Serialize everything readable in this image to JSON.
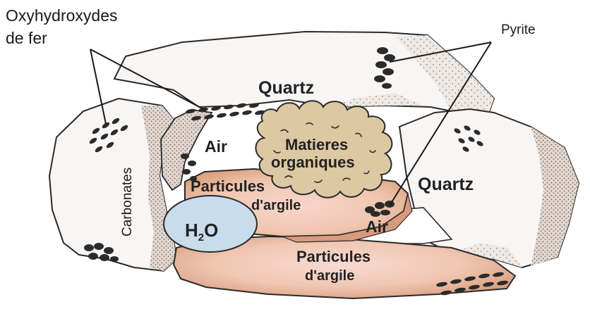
{
  "labels": {
    "oxy_line1": "Oxyhydroxydes",
    "oxy_line2": "de fer",
    "pyrite": "Pyrite",
    "quartz_top": "Quartz",
    "quartz_right": "Quartz",
    "carbonates": "Carbonates",
    "air_left": "Air",
    "air_bottom": "Air",
    "organic_line1": "Matieres",
    "organic_line2": "organiques",
    "clay_upper_line1": "Particules",
    "clay_upper_line2": "d'argile",
    "clay_lower_line1": "Particules",
    "clay_lower_line2": "d'argile",
    "water_h": "H",
    "water_sub": "2",
    "water_o": "O"
  },
  "colors": {
    "background": "#ffffff",
    "outline": "#2a2a2a",
    "mineral_fill": "#f7f4f2",
    "stipple_fill": "#e6ddd6",
    "clay_upper": "#efc3a6",
    "clay_upper_center": "#f4cfc4",
    "clay_lower": "#ebc0a2",
    "clay_lower_center": "#f6d5cf",
    "organic": "#dcc9a6",
    "water": "#c8dcec",
    "grain": "#2b2b2b"
  }
}
